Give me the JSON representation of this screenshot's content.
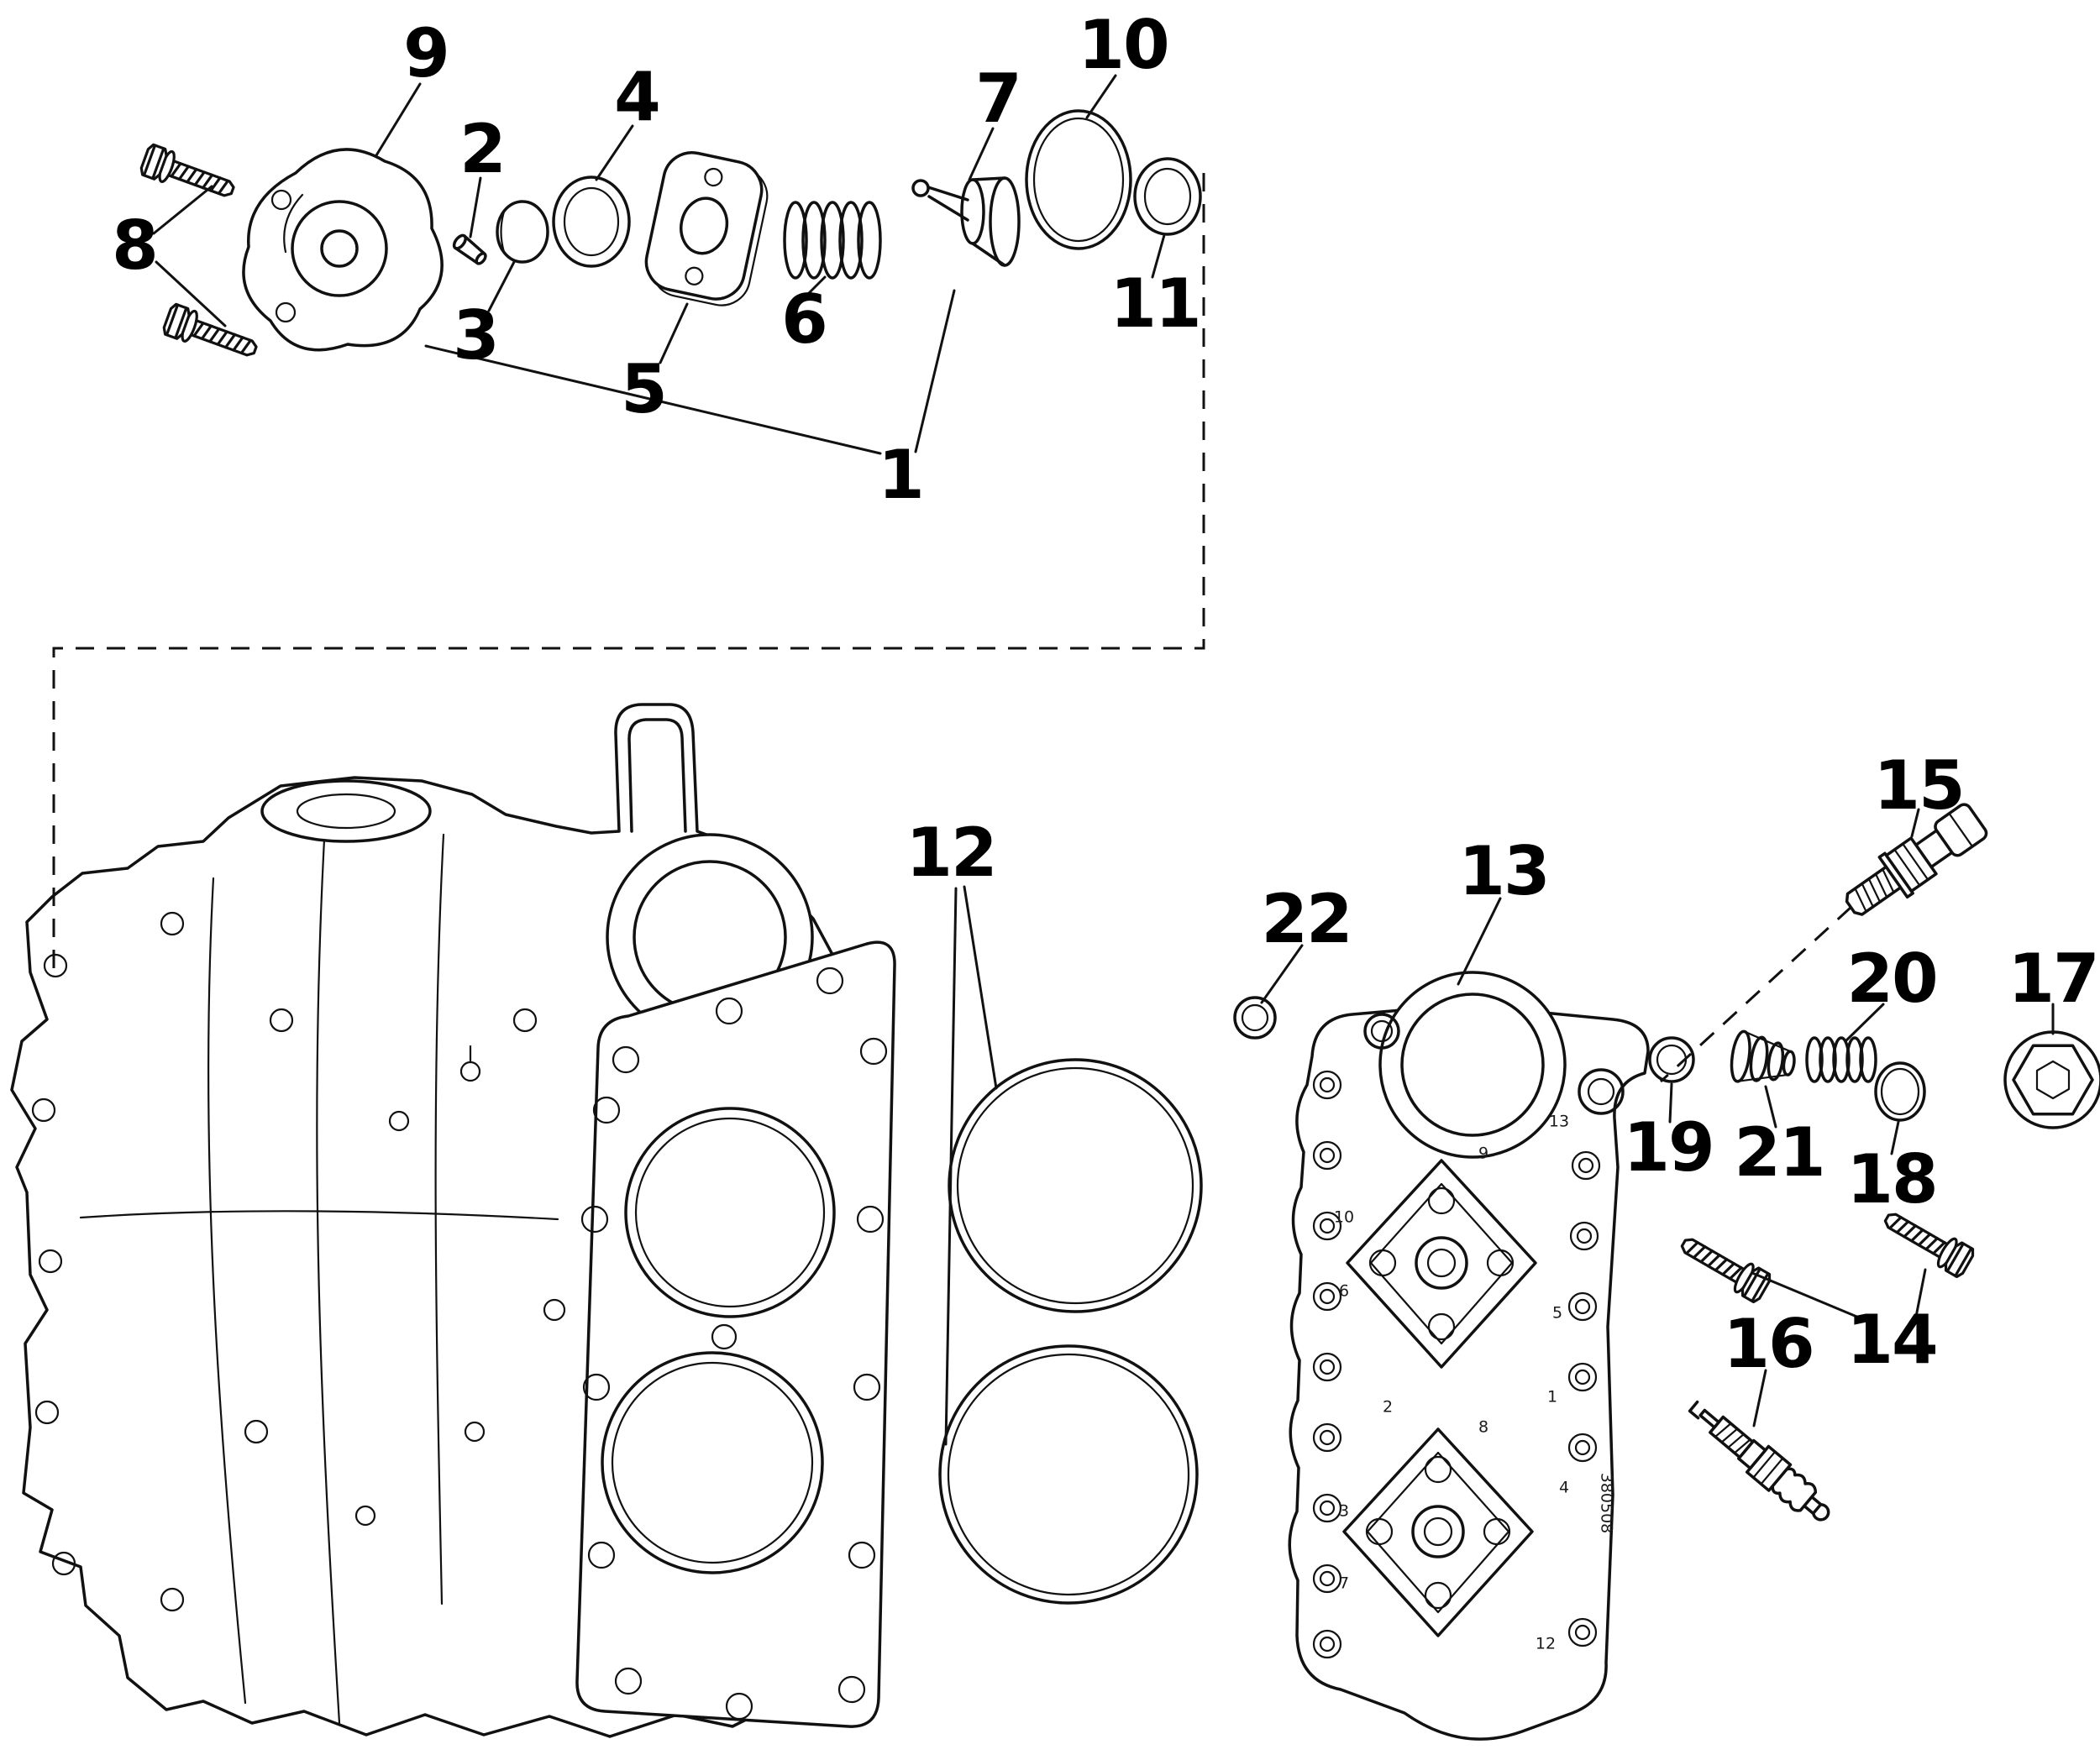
{
  "diagram": {
    "type": "exploded-parts-diagram",
    "colors": {
      "line": "#111111",
      "background": "#ffffff"
    },
    "callouts": [
      {
        "id": "1",
        "label": "1"
      },
      {
        "id": "2",
        "label": "2"
      },
      {
        "id": "3",
        "label": "3"
      },
      {
        "id": "4",
        "label": "4"
      },
      {
        "id": "5",
        "label": "5"
      },
      {
        "id": "6",
        "label": "6"
      },
      {
        "id": "7",
        "label": "7"
      },
      {
        "id": "8",
        "label": "8"
      },
      {
        "id": "9",
        "label": "9"
      },
      {
        "id": "10",
        "label": "10"
      },
      {
        "id": "11",
        "label": "11"
      },
      {
        "id": "12",
        "label": "12"
      },
      {
        "id": "13",
        "label": "13"
      },
      {
        "id": "14",
        "label": "14"
      },
      {
        "id": "15",
        "label": "15"
      },
      {
        "id": "16",
        "label": "16"
      },
      {
        "id": "17",
        "label": "17"
      },
      {
        "id": "18",
        "label": "18"
      },
      {
        "id": "19",
        "label": "19"
      },
      {
        "id": "20",
        "label": "20"
      },
      {
        "id": "21",
        "label": "21"
      },
      {
        "id": "22",
        "label": "22"
      }
    ],
    "cast_marks": [
      "13",
      "9",
      "10",
      "6",
      "5",
      "1",
      "2",
      "4",
      "8",
      "3",
      "7",
      "12",
      "380508"
    ]
  }
}
